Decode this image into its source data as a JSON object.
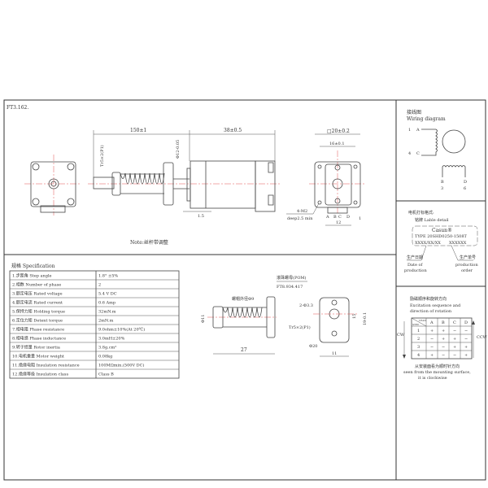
{
  "drawing_number": "FT3.162.",
  "main_view": {
    "dim_length_screw": "150±1",
    "dim_length_motor": "38±0.5",
    "dim_thread": "Tr5×2(P1)",
    "dim_dia": "Φ12-0.05",
    "dim_shoulder": "1.5",
    "note": "Note:丝杆带调整"
  },
  "end_view": {
    "dim_square": "□20±0.2",
    "dim_holes": "16±0.1",
    "dim_connector": "12",
    "dim_offset": "1",
    "holes_note": "4-M2",
    "holes_depth": "deep2.5 min",
    "pins": [
      "A",
      "B",
      "C",
      "D"
    ]
  },
  "spec": {
    "title": "规格 Specification",
    "rows": [
      [
        "1.步距角 Step angle",
        "1.8° ±5%"
      ],
      [
        "2.相数 Number of phase",
        "2"
      ],
      [
        "3.额定电压 Rated voltage",
        "5.4 V DC"
      ],
      [
        "4.额定电流 Rated current",
        "0.6 Amp"
      ],
      [
        "5.保持力矩 Holding torque",
        "32mN.m"
      ],
      [
        "6.定位力矩 Detent torque",
        "2mN.m"
      ],
      [
        "7.相电阻 Phase resistance",
        "9.0ohm±10%(At 20℃)"
      ],
      [
        "8.相电感 Phase inductance",
        "3.0mH±20%"
      ],
      [
        "9.转子惯量 Rotor inertia",
        "3.8g.cm²"
      ],
      [
        "10.电机重量 Motor weight",
        "0.08kg"
      ],
      [
        "11.绝缘电阻 Insulation resistance",
        "100MΩmin.(500V DC)"
      ],
      [
        "12.绝缘等级 Insulation class",
        "Class B"
      ]
    ]
  },
  "nut": {
    "title": "滚珠螺母(POM)",
    "part_no": "FT8.934.417",
    "thread_od": "螺帽外径Φ9",
    "dia": "Φ11",
    "length": "27",
    "holes": "2-Φ3.3",
    "thread": "Tr5×2(P1)",
    "flange_dia": "Φ20",
    "width": "11",
    "hole_pitch": "15",
    "height": "19-0.1"
  },
  "wiring": {
    "title_cn": "接线图",
    "title_en": "Wiring diagram",
    "left_labels": [
      [
        "1",
        "A"
      ],
      [
        "4",
        "C"
      ]
    ],
    "bottom_labels": [
      [
        "B",
        "3"
      ],
      [
        "D",
        "6"
      ]
    ]
  },
  "label_detail": {
    "title_cn": "电机打标格式:",
    "title_en": "铭牌 Lable detail",
    "brand": "Casun®",
    "type": "TYPE 20SHD0250-1508T",
    "code_date": "XXXX/XX/XX",
    "code_order": "XXXXXX",
    "date_cn": "生产日期",
    "date_en1": "Date of",
    "date_en2": "production",
    "order_cn": "生产单号",
    "order_en1": "production",
    "order_en2": "order"
  },
  "excitation": {
    "title_cn": "励磁顺序和旋转方向",
    "title_en1": "Excitation sequence and",
    "title_en2": "direction of rotation",
    "corner_top": "LEAD",
    "corner_bottom": "STEP",
    "columns": [
      "A",
      "B",
      "C",
      "D"
    ],
    "rows": [
      [
        "1",
        "+",
        "+",
        "−",
        "−"
      ],
      [
        "2",
        "−",
        "+",
        "+",
        "−"
      ],
      [
        "3",
        "−",
        "−",
        "+",
        "+"
      ],
      [
        "4",
        "+",
        "−",
        "−",
        "+"
      ]
    ],
    "cw": "CW",
    "ccw": "CCW",
    "note_cn": "从安装面看为顺时针方向",
    "note_en1": "seen from the mounting surface,",
    "note_en2": "it is clockwise"
  }
}
